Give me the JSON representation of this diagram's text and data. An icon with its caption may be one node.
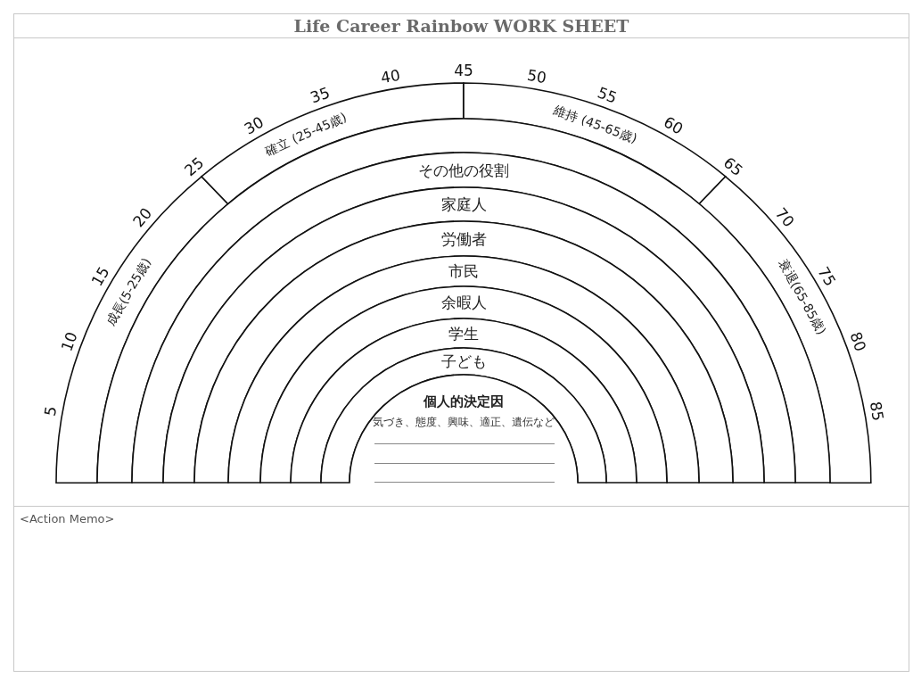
{
  "diagram": {
    "title": "Life Career Rainbow WORK SHEET",
    "nodes": [
      {
        "text": [
          "成長(5-25歳)"
        ]
      },
      {
        "text": [
          "確立 (25-45歳)"
        ]
      },
      {
        "text": [
          "維持 (45-65歳)"
        ]
      },
      {
        "text": [
          "衰退(65-85歳)"
        ]
      },
      {
        "text": [],
        "shape": "band"
      },
      {
        "text": [
          "その他の役割"
        ]
      },
      {
        "text": [
          "家庭人"
        ]
      },
      {
        "text": [
          "労働者"
        ]
      },
      {
        "text": [
          "市民"
        ]
      },
      {
        "text": [
          "余暇人"
        ]
      },
      {
        "text": [
          "学生"
        ]
      },
      {
        "text": [
          "子ども"
        ]
      },
      {
        "text": [
          "個人的決定因",
          "気づき、態度、興味、適正、遺伝など"
        ]
      }
    ],
    "edges": [],
    "labels": [
      "5",
      "10",
      "15",
      "20",
      "25",
      "30",
      "35",
      "40",
      "45",
      "50",
      "55",
      "60",
      "65",
      "70",
      "75",
      "80",
      "85",
      "<Action Memo>"
    ]
  }
}
